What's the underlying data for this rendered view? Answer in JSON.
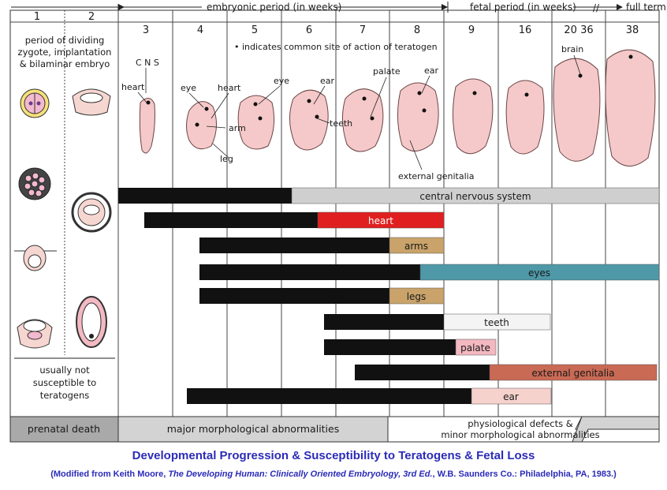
{
  "header": {
    "embryonic_label": "embryonic period (in weeks)",
    "fetal_label": "fetal period (in weeks)",
    "full_term_label": "full term"
  },
  "weeks": [
    "1",
    "2",
    "3",
    "4",
    "5",
    "6",
    "7",
    "8",
    "9",
    "16",
    "20 36",
    "38"
  ],
  "notes": {
    "dividing_zygote": [
      "period of dividing",
      "zygote, implantation",
      "& bilaminar embryo"
    ],
    "teratogen_note": "• indicates common site of action of teratogen",
    "not_susceptible": [
      "usually not",
      "susceptible to",
      "teratogens"
    ]
  },
  "embryo_labels": {
    "cns": "C N S",
    "heart_w3": "heart",
    "eye_w4": "eye",
    "heart_w4": "heart",
    "arm": "arm",
    "leg": "leg",
    "eye_w5": "eye",
    "ear_w6": "ear",
    "teeth": "teeth",
    "palate": "palate",
    "ear_w8": "ear",
    "brain": "brain",
    "external_genitalia": "external genitalia"
  },
  "bars": [
    {
      "label": "central nervous system",
      "color": "#cfcfcf"
    },
    {
      "label": "heart",
      "color": "#e02020"
    },
    {
      "label": "arms",
      "color": "#c9a36a"
    },
    {
      "label": "eyes",
      "color": "#4e98a8"
    },
    {
      "label": "legs",
      "color": "#c9a36a"
    },
    {
      "label": "teeth",
      "color": "#f4f4f4"
    },
    {
      "label": "palate",
      "color": "#f3b8c0"
    },
    {
      "label": "external genitalia",
      "color": "#c96a55"
    },
    {
      "label": "ear",
      "color": "#f6d2cc"
    }
  ],
  "footer": {
    "prenatal_death": "prenatal death",
    "major": "major morphological abnormalities",
    "physiological": [
      "physiological defects &",
      "minor morphological abnormalities"
    ]
  },
  "caption": {
    "title": "Developmental Progression & Susceptibility to Teratogens & Fetal Loss",
    "credit_prefix": "(Modified from Keith Moore, ",
    "credit_book": "The Developing Human: Clinically Oriented Embryology, 3rd Ed.",
    "credit_suffix": ", W.B. Saunders Co.: Philadelphia, PA, 1983.)"
  },
  "colors": {
    "critical": "#111111",
    "embryo": "#f5c9c9",
    "caption": "#2b2bb8"
  }
}
